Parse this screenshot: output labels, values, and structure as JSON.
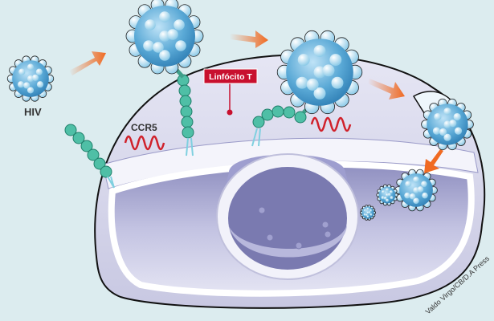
{
  "labels": {
    "hiv": "HIV",
    "ccr5": "CCR5",
    "lymphocyte": "Linfócito T",
    "credit": "Valdo Virgo/CB/D.A Press"
  },
  "colors": {
    "background": "#dcecef",
    "virus": "#5aa9d6",
    "receptor_chain": "#4fbfa6",
    "ccr5": "#d0202a",
    "arrow": "#f06a22",
    "label_box": "#c8102e",
    "cell": "#d9d9ee"
  }
}
